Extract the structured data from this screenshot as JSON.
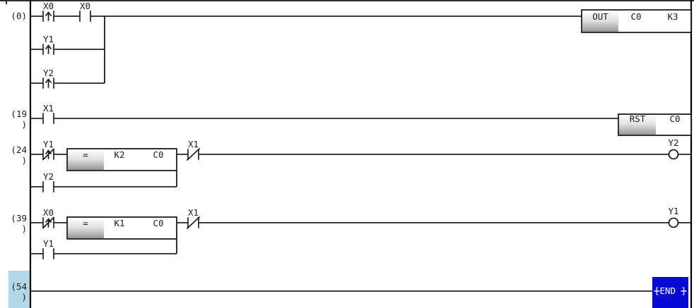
{
  "colors": {
    "wire": "#000000",
    "text": "#1c1c1c",
    "selection": "#b2d9e8",
    "end_block_bg": "#0909d6",
    "end_text": "#ffffff",
    "box_gradient_top": "#ffffff",
    "box_gradient_mid": "#dedede",
    "box_gradient_bottom": "#969696"
  },
  "rung0": {
    "number": "(0)",
    "contact1_label": "X0",
    "contact1_type": "pulse-rising",
    "contact2_label": "X0",
    "contact2_type": "normally-open",
    "branch1_label": "Y1",
    "branch1_type": "pulse-rising",
    "branch2_label": "Y2",
    "branch2_type": "pulse-rising",
    "out_op": "OUT",
    "out_device": "C0",
    "out_value": "K3"
  },
  "rung19": {
    "number1": "(19",
    "number2": ")",
    "contact1_label": "X1",
    "contact1_type": "normally-open",
    "rst_op": "RST",
    "rst_device": "C0"
  },
  "rung24": {
    "number1": "(24",
    "number2": ")",
    "contact1_label": "Y1",
    "contact1_type": "pulse-rising-negated",
    "cmp_op": "=",
    "cmp_value": "K2",
    "cmp_device": "C0",
    "contact2_label": "X1",
    "contact2_type": "normally-closed",
    "branch_label": "Y2",
    "branch_type": "normally-open",
    "coil_label": "Y2"
  },
  "rung39": {
    "number1": "(39",
    "number2": ")",
    "contact1_label": "X0",
    "contact1_type": "pulse-rising-negated",
    "cmp_op": "=",
    "cmp_value": "K1",
    "cmp_device": "C0",
    "contact2_label": "X1",
    "contact2_type": "normally-closed",
    "branch_label": "Y1",
    "branch_type": "normally-open",
    "coil_label": "Y1"
  },
  "rung54": {
    "number1": "(54",
    "number2": ")",
    "end_label": "[END ]"
  }
}
